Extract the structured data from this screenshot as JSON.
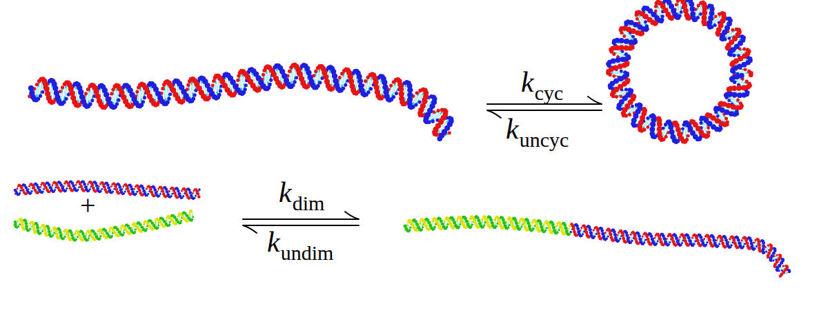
{
  "diagram": {
    "labels": [
      "k",
      "cyc",
      "k",
      "uncyc",
      "+",
      "k",
      "dim",
      "k",
      "undim"
    ]
  }
}
